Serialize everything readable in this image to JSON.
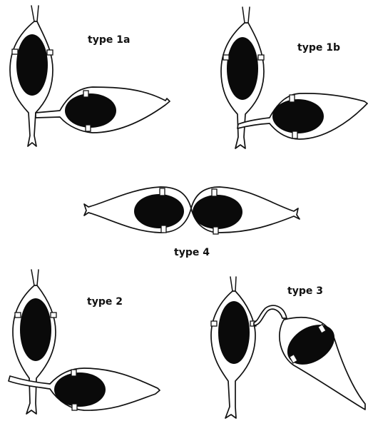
{
  "labels": {
    "type_1a": "type 1a",
    "type_1b": "type 1b",
    "type_4": "type 4",
    "type_2": "type 2",
    "type_3": "type 3"
  }
}
